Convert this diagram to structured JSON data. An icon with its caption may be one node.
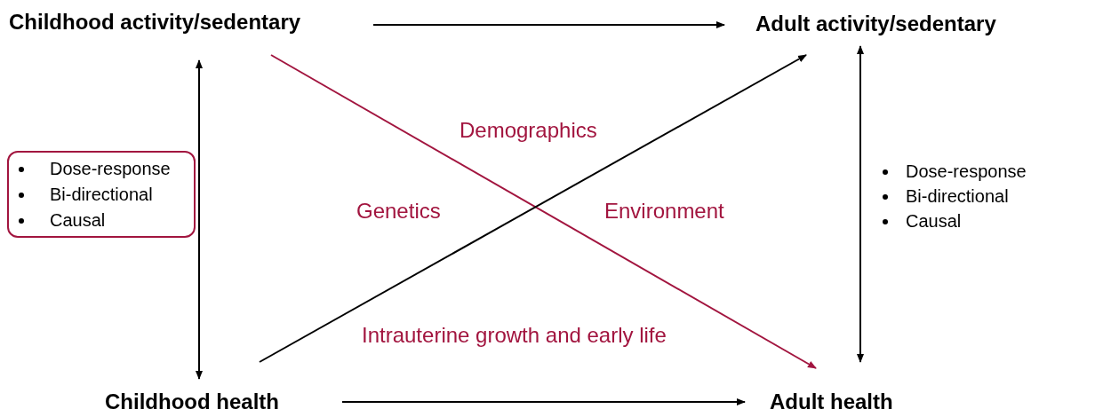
{
  "diagram": {
    "nodes": [
      {
        "text": [
          "Childhood activity/sedentary"
        ]
      },
      {
        "text": [
          "Adult activity/sedentary"
        ]
      },
      {
        "text": [
          "Childhood health"
        ]
      },
      {
        "text": [
          "Adult health"
        ]
      },
      {
        "text": [
          "Dose-response",
          "Bi-directional",
          "Causal"
        ]
      }
    ],
    "edges": [
      {
        "from": 0,
        "to": 1,
        "arrow": "to"
      },
      {
        "from": 2,
        "to": 3,
        "arrow": "to"
      },
      {
        "from": 0,
        "to": 2,
        "arrow": "both"
      },
      {
        "from": 1,
        "to": 3,
        "arrow": "both"
      },
      {
        "from": 0,
        "to": 3,
        "arrow": "to",
        "color": "#a2153f"
      },
      {
        "from": 2,
        "to": 1,
        "arrow": "to"
      }
    ],
    "labels": [
      "Demographics",
      "Genetics",
      "Environment",
      "Intrauterine growth and early life",
      "Dose-response",
      "Bi-directional",
      "Causal"
    ]
  }
}
